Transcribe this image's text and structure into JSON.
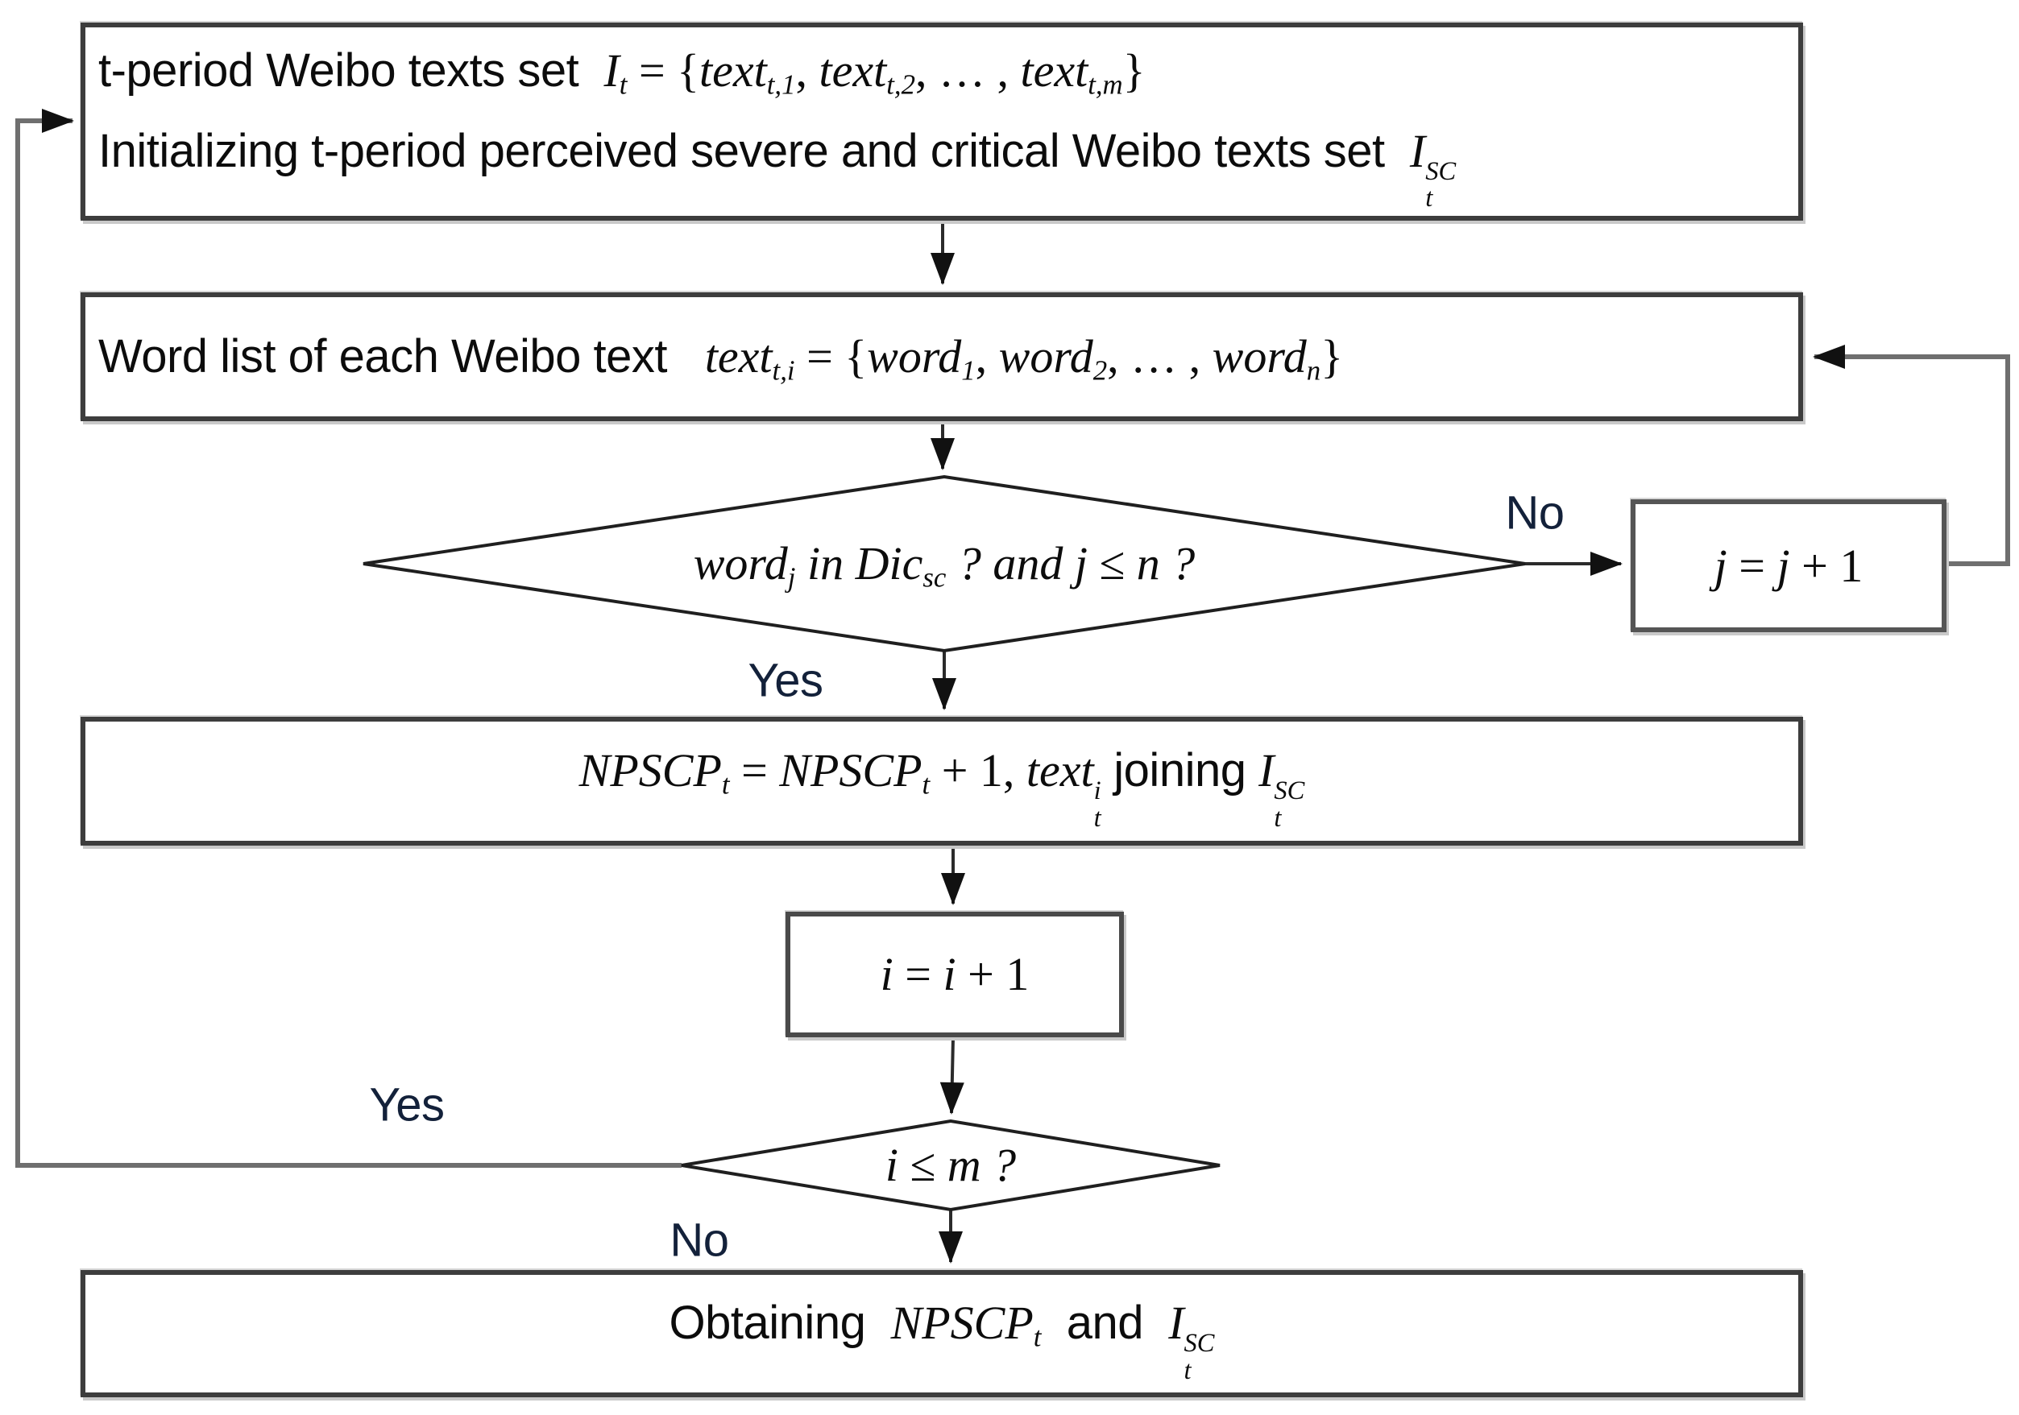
{
  "colors": {
    "ink": "#0c0c0c",
    "connector_line": "#2b2b2b",
    "loop_line": "#6f6f6f",
    "box_border": "#3d3d3d",
    "background": "#ffffff"
  },
  "labels": {
    "no_word_dict": "No",
    "yes_word_dict": "Yes",
    "yes_i_leq_m": "Yes",
    "no_i_leq_m": "No"
  },
  "nodes": {
    "init": {
      "line1": [
        {
          "u": "t-period Weibo texts set  "
        },
        {
          "i": "I"
        },
        {
          "sub": "t"
        },
        {
          "m": " = {"
        },
        {
          "i": "text"
        },
        {
          "sub": "t,1"
        },
        {
          "m": ", "
        },
        {
          "i": "text"
        },
        {
          "sub": "t,2"
        },
        {
          "m": ", … , "
        },
        {
          "i": "text"
        },
        {
          "sub": "t,m"
        },
        {
          "m": "}"
        }
      ],
      "line2": [
        {
          "u": "Initializing t-period perceived severe and critical Weibo texts set  "
        },
        {
          "i": "I"
        },
        {
          "stk": {
            "sup": "SC",
            "sub": "t"
          }
        }
      ]
    },
    "wordlist": {
      "line": [
        {
          "u": "Word list of each Weibo text   "
        },
        {
          "i": "text"
        },
        {
          "sub": "t,i"
        },
        {
          "m": " = {"
        },
        {
          "i": "word"
        },
        {
          "sub": "1"
        },
        {
          "m": ", "
        },
        {
          "i": "word"
        },
        {
          "sub": "2"
        },
        {
          "m": ", … , "
        },
        {
          "i": "word"
        },
        {
          "sub": "n"
        },
        {
          "m": "}"
        }
      ]
    },
    "decision_word": {
      "line": [
        {
          "i": "word"
        },
        {
          "sub": "j"
        },
        {
          "i": " in Dic"
        },
        {
          "sub": "sc"
        },
        {
          "i": " ? and j "
        },
        {
          "m": "≤"
        },
        {
          "i": " n ?"
        }
      ]
    },
    "increment_j": {
      "line": [
        {
          "i": "j"
        },
        {
          "m": " = "
        },
        {
          "i": "j"
        },
        {
          "m": " + 1"
        }
      ]
    },
    "npscp": {
      "line": [
        {
          "i": "NPSCP"
        },
        {
          "sub": "t"
        },
        {
          "m": " = "
        },
        {
          "i": "NPSCP"
        },
        {
          "sub": "t"
        },
        {
          "m": " + 1, "
        },
        {
          "i": "text"
        },
        {
          "stk": {
            "sup": "i",
            "sub": "t"
          }
        },
        {
          "u": " joining "
        },
        {
          "i": "I"
        },
        {
          "stk": {
            "sup": "SC",
            "sub": "t"
          }
        }
      ]
    },
    "increment_i": {
      "line": [
        {
          "i": "i"
        },
        {
          "m": " = "
        },
        {
          "i": "i"
        },
        {
          "m": " + 1"
        }
      ]
    },
    "decision_m": {
      "line": [
        {
          "i": "i "
        },
        {
          "m": "≤"
        },
        {
          "i": " m ?"
        }
      ]
    },
    "output": {
      "line": [
        {
          "u": "Obtaining  "
        },
        {
          "i": "NPSCP"
        },
        {
          "sub": "t"
        },
        {
          "u": "  and  "
        },
        {
          "i": "I"
        },
        {
          "stk": {
            "sup": "SC",
            "sub": "t"
          }
        }
      ]
    }
  }
}
